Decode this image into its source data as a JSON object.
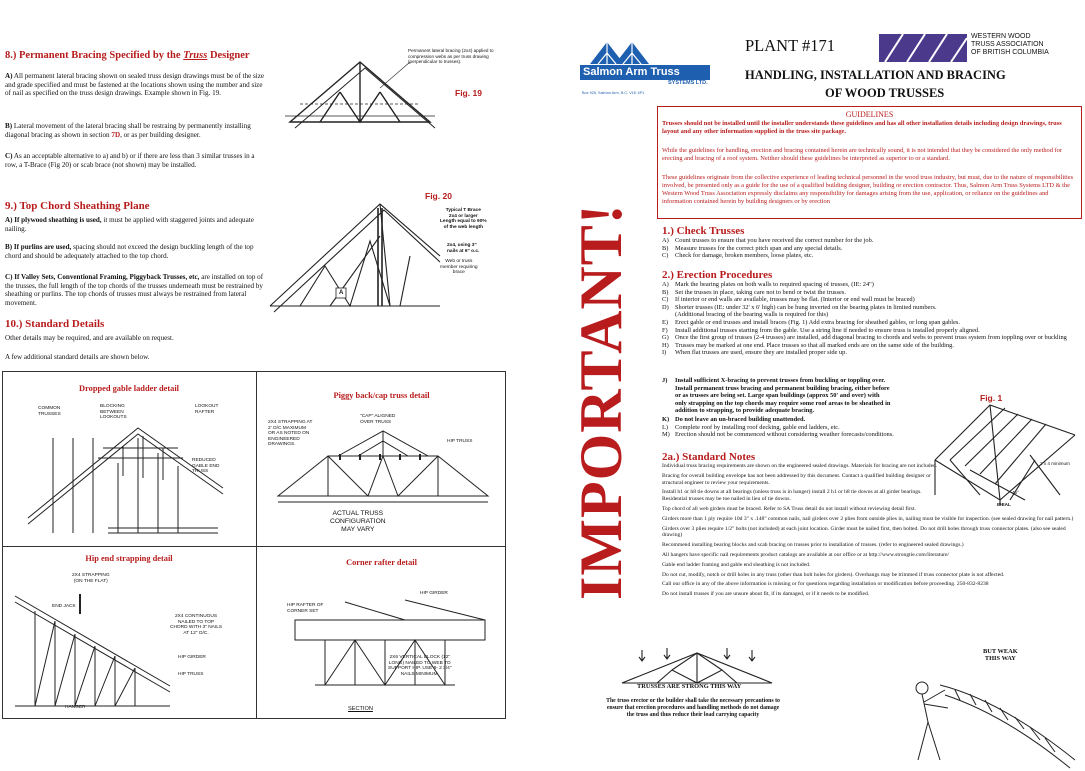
{
  "left": {
    "s8": {
      "title_prefix": "8.) Permanent Bracing Specified by the ",
      "title_truss": "Truss",
      "title_suffix": " Designer",
      "a_lead": "A)",
      "a": " All permanent lateral bracing shown on sealed truss design drawings must be of the size and grade specified and must be fastened at the locations shown using the number and size of nail as specified on the truss design drawings. Example shown in Fig. 19.",
      "b_lead": "B)",
      "b1": " Lateral movement of the lateral bracing shall be restraing by permanently installing diagonal bracing as shown in section ",
      "b_sec": "7D",
      "b2": ", or as per building designer.",
      "c_lead": "C)",
      "c": " As an acceptable alternative to a) and b) or if there are less than 3 similar trusses in a row, a T-Brace (Fig 20) or scab brace (not shown) may be installed.",
      "fig19": "Fig. 19",
      "fig19_note": "Permanent lateral bracing (2x4) applied to\ncompression webs as per truss drawing\n(perpendicular to trusses)."
    },
    "s9": {
      "title": "9.) Top Chord Sheathing Plane",
      "a_lead": "A) If plywood sheathing is used,",
      "a": " it must be applied with staggered joints and adequate nailing.",
      "b_lead": "B) If purlins are used,",
      "b": " spacing should not exceed the design buckling length of the top chord and should be adequately attached to the top chord.",
      "c_lead": "C) If Valley Sets, Conventional Framing, Piggyback Trusses, etc,",
      "c": " are installed on top of the trusses, the full length of the top chords of the trusses underneath must be restrained by sheathing or purlins. The top chords of trusses must always be restrained from lateral movement.",
      "fig20": "Fig. 20",
      "fig20_label1": "Typical T Brace\n2x4 or larger\nLength equal to 90%\nof the web length",
      "fig20_label2": "2x4, using 3\"\nnails at 6\" o.c.",
      "fig20_label3": "Web or truss\nmember requiring\nbrace",
      "fig20_a": "A"
    },
    "s10": {
      "title": "10.) Standard Details",
      "p1": "Other details may be required, and are available on request.",
      "p2": "A few additional standard details are shown below."
    },
    "details": {
      "dropped": {
        "title": "Dropped gable ladder detail",
        "l1": "COMMON\nTRUSSES",
        "l2": "BLOCKING\nBETWEEN\nLOOKOUTS",
        "l3": "LOOKOUT\nRAFTER",
        "l4": "REDUCED\nGABLE END\nTRUSS"
      },
      "piggy": {
        "title": "Piggy back/cap truss detail",
        "l1": "2x4 STRAPPING AT\n2' O/C MAXIMUM\nOR AS NOTED ON\nENGINEERED\nDRAWINGS.",
        "l2": "\"CAP\" ALIGNED\nOVER TRUSS",
        "l3": "HIP TRUSS",
        "l4": "ACTUAL TRUSS\nCONFIGURATION\nMAY VARY"
      },
      "hip": {
        "title": "Hip end strapping detail",
        "l1": "2x4 STRAPPING\n(ON THE FLAT)",
        "l2": "END JACK",
        "l3": "2x4 CONTINUOUS\nNAILED TO TOP\nCHORD WITH 3\" NAILS\nAT 12\" O/C.",
        "l4": "HIP GIRDER",
        "l5": "HIP TRUSS",
        "l6": "HANGER"
      },
      "corner": {
        "title": "Corner rafter detail",
        "l1": "HIP GIRDER",
        "l2": "HIP RAFTER OF\nCORNER SET",
        "l3": "2x6 VERTICAL BLOCK (12\"\nLONG) NAILED TO WEB TO\nSUPPORT HIP. USE 8- 2 3/4\"\nNAILS MINIMUM.",
        "l4": "SECTION"
      }
    }
  },
  "right": {
    "logo": {
      "name": "Salmon Arm Truss",
      "sub": "SYSTEMS LTD.",
      "addr": "Box 925,   Salmon Arm,   B.C.  V1E 4P1"
    },
    "plant": "PLANT #171",
    "assoc": "WESTERN WOOD\nTRUSS ASSOCIATION\nOF BRITISH COLUMBIA",
    "title1": "HANDLING, INSTALLATION AND BRACING",
    "title2": "OF WOOD TRUSSES",
    "important": "IMPORTANT!",
    "guidelines": {
      "title": "GUIDELINES",
      "p1": "Trusses should not be installed until the installer understands these guidelines and has all other installation details including design drawings, truss layout and any other information supplied in the truss site package.",
      "p2": "While the guidelines for handling, erection and bracing contained herein are technically sound, it is not intended that they be considered the only method for erecting and bracing of a roof system. Neither should these guidelines be interpreted as superior to or a standard.",
      "p3": "These guidelines originate from the collective experience of leading technical personnel in the wood truss industry, but must, due to the nature of responsibilities involved, be presented only as a guide for the use of a qualified building designer, building or erection contractor.  Thus, Salmon Arm Truss Systems LTD & the Western Wood Truss Association expressly disclaims any responsibility for damages arising from the use, application, or reliance on the guidelines and information contained herein by building designers or by erection"
    },
    "check": {
      "title": "1.) Check Trusses",
      "items": [
        {
          "k": "A)",
          "v": "Count trusses to ensure that you have received the correct number for the job."
        },
        {
          "k": "B)",
          "v": "Measure trusses for the correct pitch span and any special details."
        },
        {
          "k": "C)",
          "v": "Check for damage, broken members, loose plates, etc."
        }
      ]
    },
    "erection": {
      "title": "2.) Erection Procedures",
      "items": [
        {
          "k": "A)",
          "v": "Mark the bearing plates on both walls to required spacing of trusses, (IE: 24\")"
        },
        {
          "k": "B)",
          "v": "Set the trusses in place, taking care not to bend or twist the trusses."
        },
        {
          "k": "C)",
          "v": "If interior or end walls are available, trusses may be flat.  (Interior or end wall must be braced)"
        },
        {
          "k": "D)",
          "v": "Shorter trusses (IE: under 32' x 6' high) can be hung inverted on the bearing plates in limited numbers.\n          (Additional bracing of the bearing walls is required for this)"
        },
        {
          "k": "E)",
          "v": "Erect gable or end trusses and install braces (Fig. 1)  Add extra bracing for sheathed gables, or long span gables."
        },
        {
          "k": "F)",
          "v": "Install additional trusses starting from the gable.  Use a string line if needed to ensure truss is installed properly aligned."
        },
        {
          "k": "G)",
          "v": "Once the first group of trusses (2-4 trusses) are installed, add diagonal bracing to chords and webs to prevent truss system from toppling over or buckling"
        },
        {
          "k": "H)",
          "v": "Trusses may be marked at one end.  Place trusses so that all marked ends are on the same side of the building."
        },
        {
          "k": "I)",
          "v": "When flat trusses are used, ensure they are installed proper side up."
        }
      ],
      "j": {
        "k": "J)",
        "v": "Install sufficient X-bracing to prevent trusses from buckling or toppling over.\nInstall permanent truss bracing and permanent building bracing, either before\nor as trusses are being set.  Large span buildings (approx 50' and over) with\nonly strapping on the top chords may require some roof areas to be sheathed in\naddition to strapping, to provide adequate bracing."
      },
      "k": {
        "k": "K)",
        "v": "Do not leave an un-braced building unattended."
      },
      "l": {
        "k": "L)",
        "v": "Complete roof by installing roof decking, gable end ladders, etc."
      },
      "m": {
        "k": "M)",
        "v": "Erection should not be commenced without considering weather forecasts/conditions."
      }
    },
    "fig1": {
      "title": "Fig. 1",
      "l1": "2 x 4 minimum",
      "l2": "45°",
      "l3": "IDEAL"
    },
    "notes": {
      "title": "2a.) Standard Notes",
      "items": [
        "Individual truss bracing requirements are shown on the engineered sealed drawings. Materials for bracing are not included.",
        "Bracing for overall building envelope has not been addressed by this document. Contact a qualified building designer or structural engineer to review your requirements.",
        "Install h1 or h8 tie downs at all bearings (unless truss is in hanger) install 2 h1 or h8 tie downs at all girder bearings.  Residential trusses may be toe nailed in lieu of tie downs.",
        "Top chord of all web girders must be braced. Refer to SA Truss detail do not install without reviewing detail first.",
        "Girders more than 1 ply require 10d 3\" x .148\" common nails, nail girders over 2 plies from outside plies in, nailing must be visible for inspection. (see sealed drawing for nail pattern.)",
        "Girders over 3 plies require 1/2\" bolts (not included) at each joint location. Girder must be nailed first, then bolted. Do not drill holes through truss connector plates.  (also see sealed drawing)",
        "Recommend installing bearing blocks and scab bracing on trusses prior to installation of trusses.  (refer to engineered sealed drawings.)",
        "All hangers have specific nail requirements product catalogs are available at our office or at http://www.strongtie.com/literature/",
        "Gable end ladder framing and gable end sheathing is not included.",
        "Do not cut, modify, notch or drill holes in any truss (other than bolt holes for girders). Overhangs may be trimmed if truss connector plate is not affected.",
        "Call our office in any of the above information is missing or for questions regarding installation or modification before proceeding.  250-832-8238",
        "Do not install trusses if you are unsure about fit, if its damaged, or if it needs to be modified."
      ]
    },
    "bottom": {
      "strong": "TRUSSES ARE STRONG THIS WAY",
      "weak": "BUT WEAK\nTHIS WAY",
      "note": "The truss erector or the builder shall take the necessary precautions to\nensure that erection procedures and handling methods do not damage\nthe truss and thus reduce their load carrying capacity"
    }
  },
  "colors": {
    "accent_red": "#b81c1c",
    "logo_blue": "#1f5fb0",
    "assoc_purple": "#4b3a8c"
  }
}
